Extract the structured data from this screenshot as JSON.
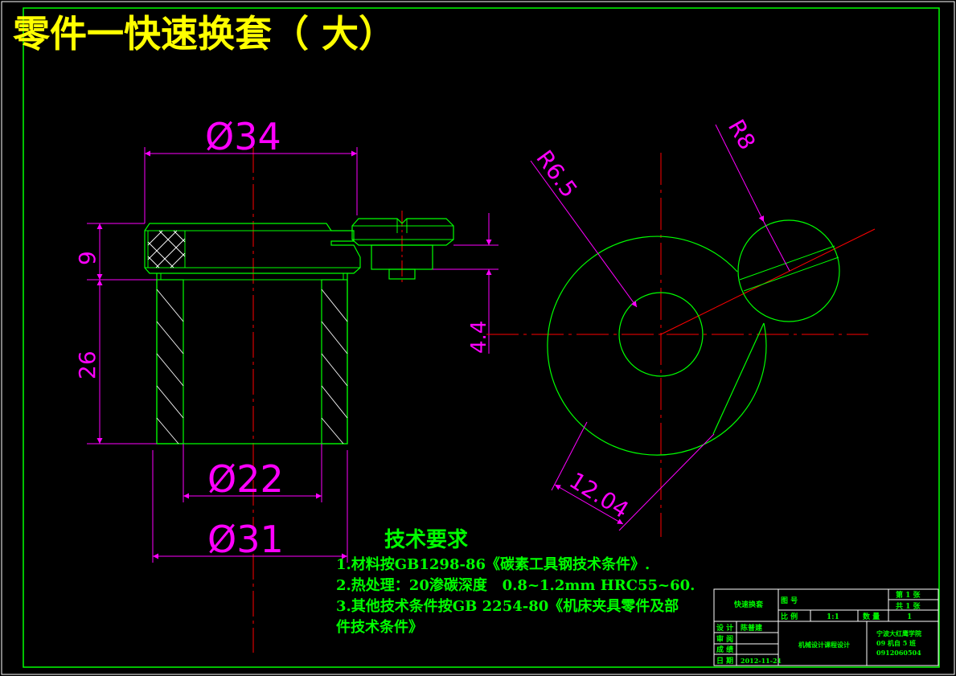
{
  "title": "零件一快速换套（ 大）",
  "dimensions": {
    "outer_top_diameter": "Ø34",
    "bore_diameter": "Ø22",
    "body_diameter": "Ø31",
    "flange_height": "9",
    "body_height": "26",
    "screw_height": "4.4",
    "radius_small": "R6.5",
    "radius_large": "R8",
    "slot_width": "12.04"
  },
  "technical_requirements": {
    "heading": "技术要求",
    "items": [
      "1.材料按GB1298-86《碳素工具钢技术条件》.",
      "2.热处理：20渗碳深度   0.8~1.2mm HRC55~60.",
      "3.其他技术条件按GB 2254-80《机床夹具零件及部",
      "件技术条件》"
    ]
  },
  "title_block": {
    "part_name": "快速换套",
    "drawing_no_label": "图 号",
    "scale_label": "比 例",
    "scale_value": "1:1",
    "quantity_label": "数 量",
    "quantity_value": "1",
    "sheet_label": "第 1 张",
    "total_label": "共 1 张",
    "design_label": "设 计",
    "designer": "陈普建",
    "review_label": "审 阅",
    "grade_label": "成 绩",
    "date_label": "日 期",
    "date_value": "2012-11-21",
    "course_name": "机械设计课程设计",
    "school": "宁波大红鹰学院",
    "class": "09 机自 5 班",
    "student_id": "0912060504"
  },
  "colors": {
    "background": "#000000",
    "outline": "#00ff00",
    "dimension": "#ff00ff",
    "centerline": "#ff0000",
    "title": "#ffff00",
    "hatch": "#ffffff"
  }
}
